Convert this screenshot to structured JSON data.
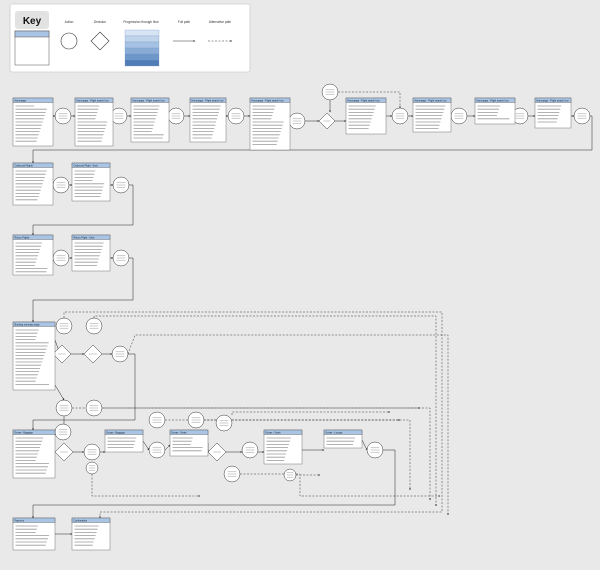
{
  "key": {
    "title": "Key",
    "legend": [
      {
        "id": "action",
        "label": "Action"
      },
      {
        "id": "decision",
        "label": "Decision"
      },
      {
        "id": "progression",
        "label": "Progression through flow"
      },
      {
        "id": "full_path",
        "label": "Full path"
      },
      {
        "id": "alt_path",
        "label": "Alternative path"
      }
    ]
  },
  "colors": {
    "background": "#e9e9ea",
    "card_header": "#a9c4e4",
    "card_header_dark": "#5b8bc6",
    "card_body": "#ffffff",
    "line": "#222222",
    "node": "#ffffff",
    "progression": [
      "#d7e4f4",
      "#c0d4ec",
      "#a5c1e3",
      "#89acd7",
      "#6d96c9",
      "#4f7db6"
    ]
  },
  "cards": [
    {
      "id": "c1",
      "title": "Homepage"
    },
    {
      "id": "c2",
      "title": "Homepage - Flight search box"
    },
    {
      "id": "c3",
      "title": "Homepage - Flight search box"
    },
    {
      "id": "c4",
      "title": "Homepage - Flight search box"
    },
    {
      "id": "c5",
      "title": "Homepage - Flight search box"
    },
    {
      "id": "c6",
      "title": "Homepage - Flight search box"
    },
    {
      "id": "c7",
      "title": "Homepage - Flight search box"
    },
    {
      "id": "c8",
      "title": "Homepage - Flight search box"
    },
    {
      "id": "c9",
      "title": "Homepage - Flight search box"
    },
    {
      "id": "c10",
      "title": "Outbound Flights"
    },
    {
      "id": "c11",
      "title": "Outbound Flight - Seat"
    },
    {
      "id": "c12",
      "title": "Return Flights"
    },
    {
      "id": "c13",
      "title": "Return Flight - Seat"
    },
    {
      "id": "c14",
      "title": "Booking summary page"
    },
    {
      "id": "c15",
      "title": "Extras - Baggage"
    },
    {
      "id": "c16",
      "title": "Extras - Baggage"
    },
    {
      "id": "c17",
      "title": "Extras - Seats"
    },
    {
      "id": "c18",
      "title": "Extras - Seats"
    },
    {
      "id": "c19",
      "title": "Extras - Lounge"
    },
    {
      "id": "c20",
      "title": "Payment"
    },
    {
      "id": "c21",
      "title": "Confirmation"
    },
    {
      "id": "c22",
      "title": "Passenger details"
    }
  ]
}
